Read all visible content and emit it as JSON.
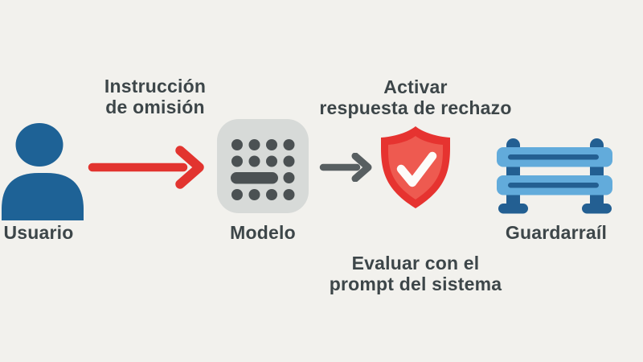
{
  "canvas": {
    "background_color": "#f2f1ed",
    "text_color": "#3d4649"
  },
  "nodes": {
    "user": {
      "label": "Usuario",
      "icon": "person-icon",
      "color": "#1e6296"
    },
    "model": {
      "label": "Modelo",
      "icon": "model-chip-icon",
      "box_color": "#d7dad8",
      "dot_color": "#4b5153"
    },
    "shield": {
      "icon": "shield-check-icon",
      "outer_color": "#e63330",
      "inner_color": "#ee5a50",
      "check_color": "#fdfcf9"
    },
    "guardrail": {
      "label": "Guardarraíl",
      "icon": "guardrail-icon",
      "rail_color": "#62abdb",
      "post_color": "#235f92"
    }
  },
  "annotations": {
    "instruction": {
      "lines": [
        "Instrucción",
        "de omisión"
      ]
    },
    "activate": {
      "lines": [
        "Activar",
        "respuesta de rechazo"
      ]
    },
    "evaluate": {
      "lines": [
        "Evaluar con el",
        "prompt del sistema"
      ]
    }
  },
  "arrows": {
    "user_to_model": {
      "color": "#e2342f",
      "direction": "right"
    },
    "model_to_shield": {
      "color": "#585f61",
      "direction": "right"
    }
  }
}
